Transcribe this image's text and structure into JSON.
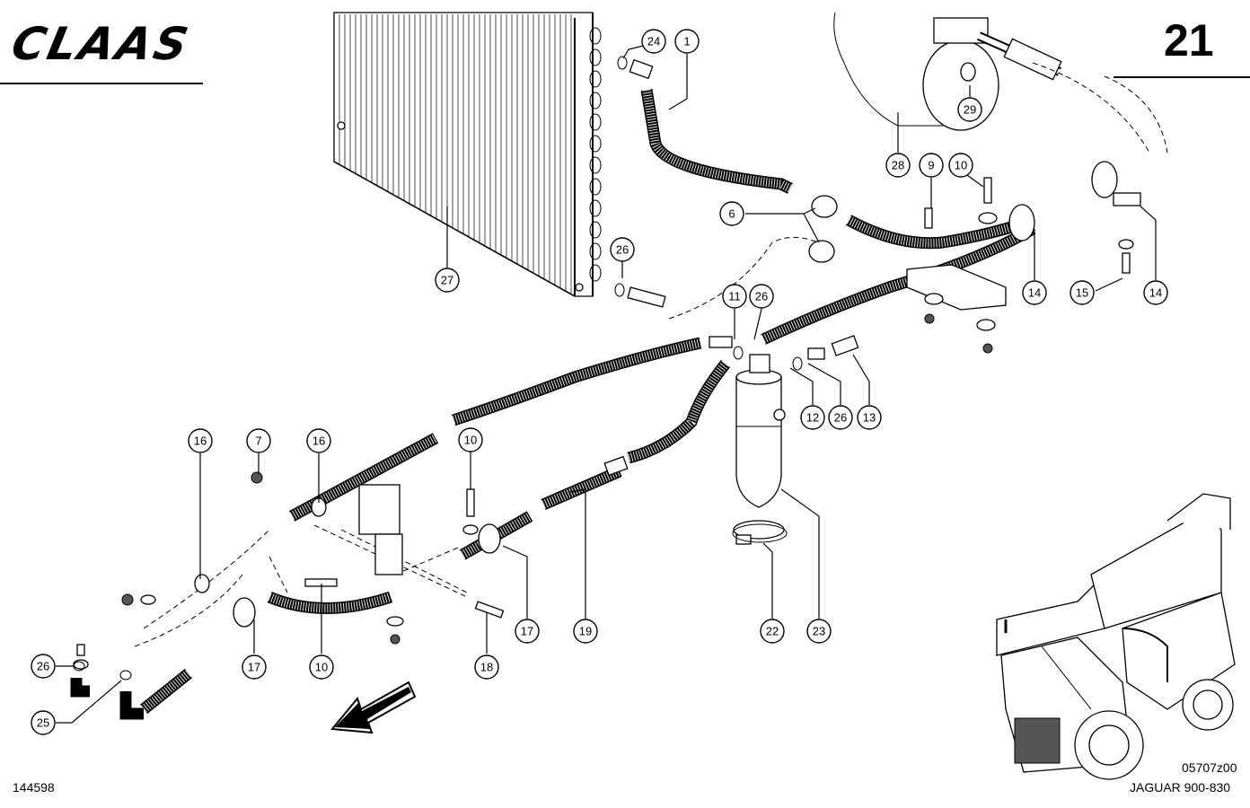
{
  "header": {
    "brand_logo": "CLAAS",
    "page_number": "21"
  },
  "footer": {
    "figure_id": "144598",
    "drawing_code": "05707z00",
    "model": "JAGUAR 900-830"
  },
  "callout_labels": [
    "1",
    "6",
    "7",
    "9",
    "10",
    "10",
    "10",
    "11",
    "12",
    "13",
    "14",
    "14",
    "15",
    "16",
    "16",
    "17",
    "17",
    "18",
    "19",
    "22",
    "23",
    "24",
    "25",
    "26",
    "26",
    "26",
    "26",
    "27",
    "28",
    "29"
  ],
  "icons": [
    "direction-arrow-icon",
    "harvester-thumbnail"
  ]
}
